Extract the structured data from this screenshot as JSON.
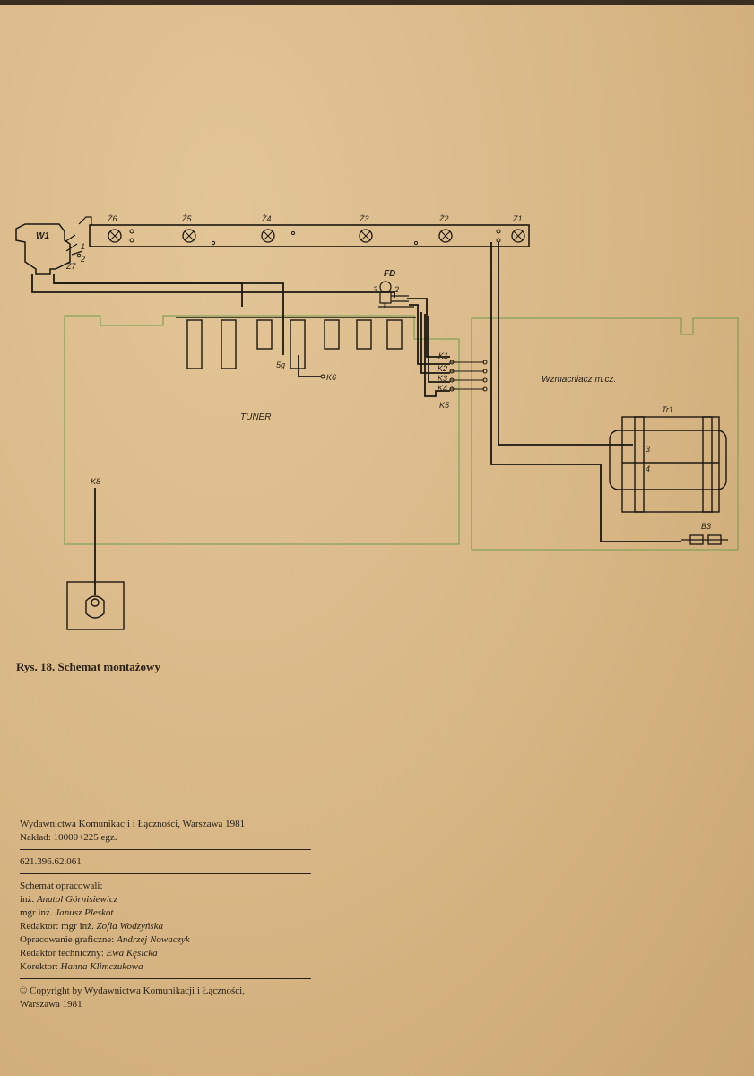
{
  "figure": {
    "caption": "Rys. 18. Schemat montażowy",
    "labels": {
      "w1": "W1",
      "z7": "Ż7",
      "sw1": "1",
      "sw2": "2",
      "z6": "Ż6",
      "z5": "Ż5",
      "z4": "Ż4",
      "z3": "Ż3",
      "z2": "Ż2",
      "z1": "Ż1",
      "fd": "FD",
      "fd3": "3",
      "fd2": "2",
      "fd1": "1",
      "sg": "5g",
      "k6": "K6",
      "k1": "K1",
      "k2": "K2",
      "k3": "K3",
      "k4": "K4",
      "k5": "K5",
      "tuner": "TUNER",
      "wzm": "Wzmacniacz m.cz.",
      "tr1": "Tr1",
      "t3": "3",
      "t4": "4",
      "b3": "B3",
      "k8": "K8"
    }
  },
  "colophon": {
    "publisher": "Wydawnictwa Komunikacji i Łączności, Warszawa 1981",
    "print_run": "Nakład: 10000+225 egz.",
    "udc": "621.396.62.061",
    "prepared_by": "Schemat opracowali:",
    "author1_title": "inż.",
    "author1_name": "Anatol Górnisiewicz",
    "author2_title": "mgr inż.",
    "author2_name": "Janusz Pleskot",
    "editor_role": "Redaktor: mgr inż.",
    "editor_name": "Zofia Wodzyńska",
    "graphic_role": "Opracowanie graficzne:",
    "graphic_name": "Andrzej Nowaczyk",
    "tech_role": "Redaktor techniczny:",
    "tech_name": "Ewa Kęsicka",
    "proof_role": "Korektor:",
    "proof_name": "Hanna Klimczukowa",
    "copyright_line1": "© Copyright by Wydawnictwa Komunikacji i Łączności,",
    "copyright_line2": "Warszawa 1981"
  }
}
